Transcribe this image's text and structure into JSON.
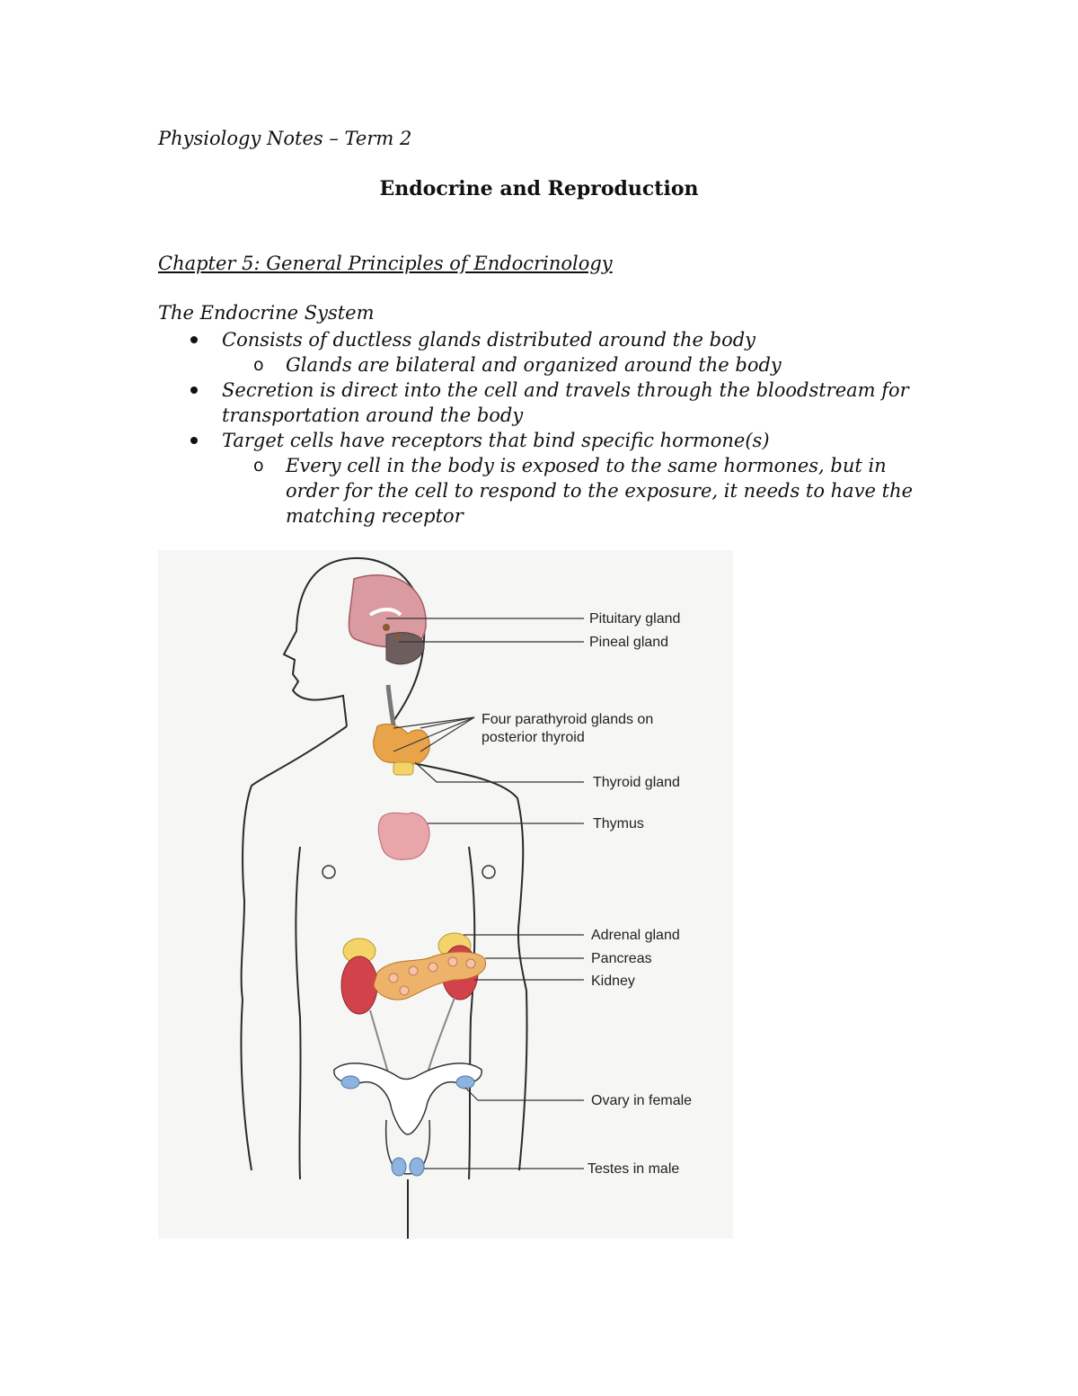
{
  "document": {
    "header": "Physiology Notes – Term 2",
    "title": "Endocrine and Reproduction",
    "chapter": "Chapter 5: General Principles of Endocrinology",
    "section_heading": "The Endocrine System",
    "bullets": [
      {
        "text": "Consists of ductless glands distributed around the body",
        "sub": [
          "Glands are bilateral and organized around the body"
        ]
      },
      {
        "text": "Secretion is direct into the cell and travels through the bloodstream for transportation around the body",
        "sub": []
      },
      {
        "text": "Target cells have receptors that bind specific hormone(s)",
        "sub": [
          "Every cell in the body is exposed to the same hormones, but in order for the cell to respond to the exposure, it needs to have the matching receptor"
        ]
      }
    ],
    "sub_marker": "o"
  },
  "figure": {
    "labels": {
      "pituitary": "Pituitary gland",
      "pineal": "Pineal gland",
      "parathyroid_line1": "Four parathyroid glands on",
      "parathyroid_line2": "posterior thyroid",
      "thyroid": "Thyroid gland",
      "thymus": "Thymus",
      "adrenal": "Adrenal gland",
      "pancreas": "Pancreas",
      "kidney": "Kidney",
      "ovary": "Ovary in female",
      "testes": "Testes in male"
    },
    "colors": {
      "brain": "#d99aa0",
      "cerebellum": "#6e5d5d",
      "thyroid": "#e9a44a",
      "thymus": "#e8a5aa",
      "adrenal": "#f3d36a",
      "pancreas": "#eeb36a",
      "kidney": "#d2424a",
      "ovary": "#8db3de"
    }
  }
}
